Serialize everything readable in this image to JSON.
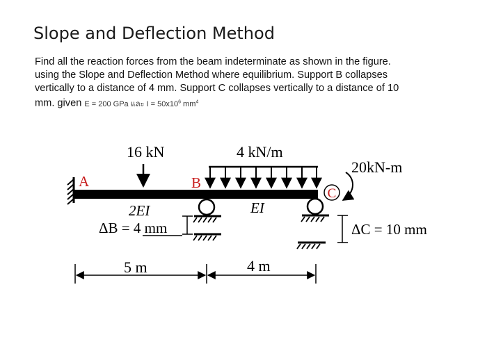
{
  "page": {
    "title": "Slope and Deflection Method",
    "problem": {
      "line1": "Find all the reaction forces from the beam indeterminate as shown in the figure.",
      "line2": "using the Slope and Deflection Method where equilibrium. Support B collapses",
      "line3": "vertically to a distance of 4 mm. Support C collapses vertically to a distance of 10",
      "line4": "mm. given",
      "given_E": "E = 200 GPa และ I = 50x10",
      "given_exp": "6",
      "given_unit": " mm",
      "given_unit_exp": "4"
    }
  },
  "figure": {
    "point_load": "16 kN",
    "udl": "4 kN/m",
    "moment": "20kN-m",
    "label_A": "A",
    "label_B": "B",
    "label_C": "C",
    "stiffness_AB": "2EI",
    "stiffness_BC": "EI",
    "settle_B": "ΔB = 4 mm",
    "settle_C": "ΔC = 10 mm",
    "span_AB": "5 m",
    "span_BC": "4 m"
  }
}
